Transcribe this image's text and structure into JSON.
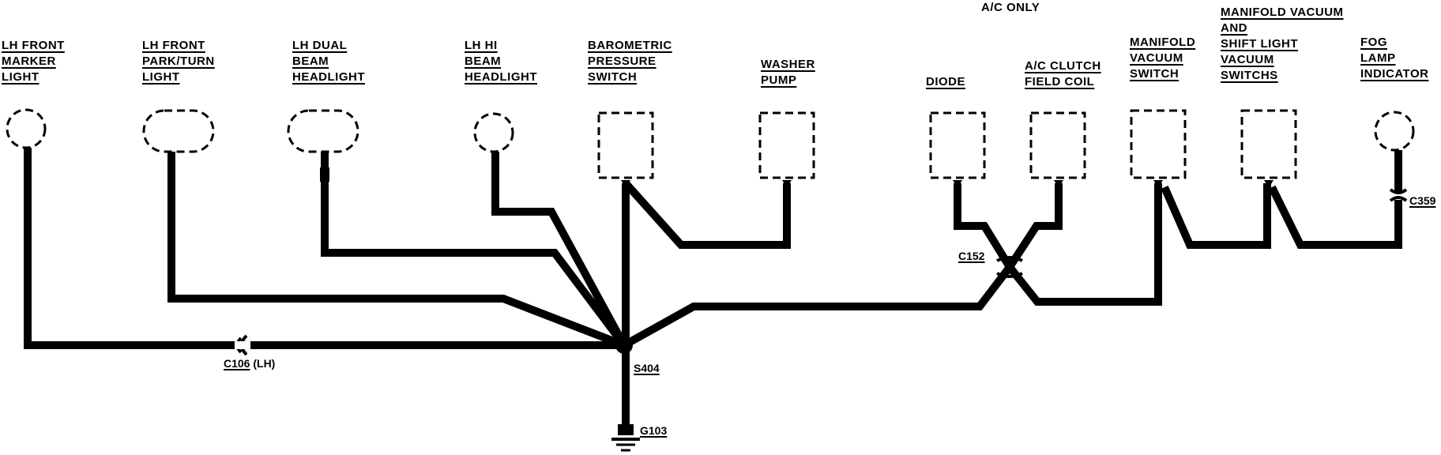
{
  "header": {
    "ac_only": "A/C ONLY"
  },
  "components": [
    {
      "id": "lh-front-marker-light",
      "lines": [
        "LH FRONT",
        "MARKER",
        "LIGHT"
      ]
    },
    {
      "id": "lh-front-park-turn-light",
      "lines": [
        "LH FRONT",
        "PARK/TURN",
        "LIGHT"
      ]
    },
    {
      "id": "lh-dual-beam-headlight",
      "lines": [
        "LH DUAL",
        "BEAM",
        "HEADLIGHT"
      ]
    },
    {
      "id": "lh-hi-beam-headlight",
      "lines": [
        "LH HI",
        "BEAM",
        "HEADLIGHT"
      ]
    },
    {
      "id": "barometric-pressure-switch",
      "lines": [
        "BAROMETRIC",
        "PRESSURE",
        "SWITCH"
      ]
    },
    {
      "id": "washer-pump",
      "lines": [
        "WASHER",
        "PUMP"
      ]
    },
    {
      "id": "diode",
      "lines": [
        "DIODE"
      ]
    },
    {
      "id": "ac-clutch-field-coil",
      "lines": [
        "A/C CLUTCH",
        "FIELD COIL"
      ]
    },
    {
      "id": "manifold-vacuum-switch",
      "lines": [
        "MANIFOLD",
        "VACUUM",
        "SWITCH"
      ]
    },
    {
      "id": "manifold-vacuum-shift-light-switchs",
      "lines": [
        "MANIFOLD VACUUM",
        "AND",
        "SHIFT LIGHT",
        "VACUUM",
        "SWITCHS"
      ]
    },
    {
      "id": "fog-lamp-indicator",
      "lines": [
        "FOG",
        "LAMP",
        "INDICATOR"
      ]
    }
  ],
  "connectors": {
    "c106": "C106",
    "c106_suffix": "(LH)",
    "s404": "S404",
    "g103": "G103",
    "c152": "C152",
    "c359": "C359"
  }
}
